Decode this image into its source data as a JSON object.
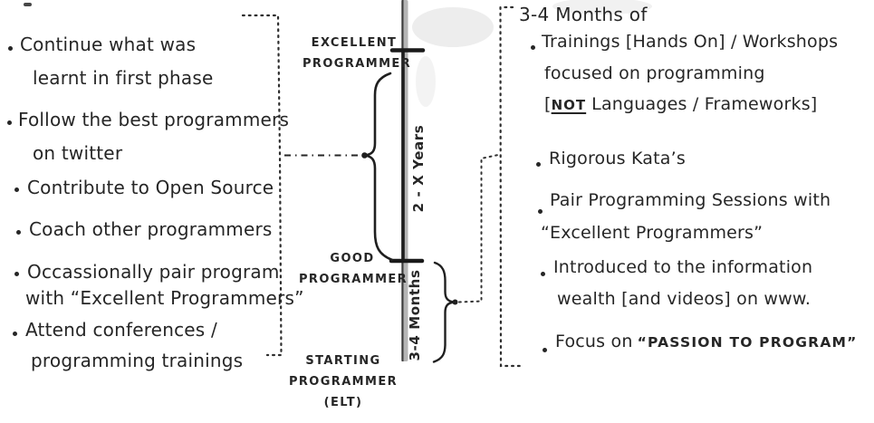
{
  "left_panel": {
    "items": [
      {
        "line1": "Continue what was",
        "line2": "learnt in first phase"
      },
      {
        "line1": "Follow the best programmers",
        "line2": "on twitter"
      },
      {
        "line1": "Contribute to Open Source"
      },
      {
        "line1": "Coach other programmers"
      },
      {
        "line1": "Occassionally pair program",
        "line2": "with “Excellent Programmers”"
      },
      {
        "line1": "Attend conferences /",
        "line2": "programming trainings"
      }
    ]
  },
  "timeline": {
    "top_label_line1": "EXCELLENT",
    "top_label_line2": "PROGRAMMER",
    "mid_label_line1": "GOOD",
    "mid_label_line2": "PROGRAMMER",
    "bottom_label_line1": "STARTING",
    "bottom_label_line2": "PROGRAMMER",
    "bottom_label_line3": "(ELT)",
    "span_upper_label": "2 - X Years",
    "span_lower_label": "3-4 Months"
  },
  "right_panel": {
    "heading": "3-4 Months of",
    "item1_line1": "Trainings [Hands On] / Workshops",
    "item1_line2": "focused on programming",
    "item1_line3_open": "[",
    "item1_line3_not": "NOT",
    "item1_line3_rest": "Languages / Frameworks]",
    "item2_line1": "Rigorous Kata’s",
    "item3_line1": "Pair Programming Sessions with",
    "item3_line2": "“Excellent Programmers”",
    "item4_line1": "Introduced to the information",
    "item4_line2": "wealth [and videos] on www.",
    "item5_prefix": "Focus on",
    "item5_quoted": "“PASSION TO PROGRAM”"
  },
  "colors": {
    "ink": "#262626",
    "axis_gray": "#b5b5b5",
    "axis_dark": "#1e1e1e"
  }
}
